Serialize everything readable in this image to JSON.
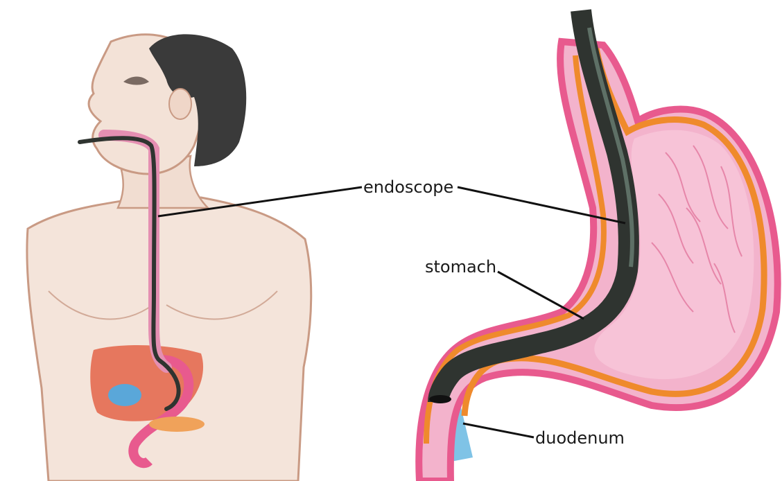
{
  "labels": {
    "endoscope": "endoscope",
    "stomach": "stomach",
    "duodenum": "duodenum"
  },
  "colors": {
    "background": "#ffffff",
    "skin": "#c99a84",
    "hair": "#3a3a3a",
    "esophagus": "#e58fb2",
    "endoscope": "#2f3430",
    "stomach_wall_outer": "#e85a8e",
    "stomach_wall_orange": "#ef8a2c",
    "stomach_inner": "#f7c3d7",
    "duodenum": "#7fc3e6",
    "liver": "#e46a50",
    "gallbladder": "#5aa7d9",
    "pancreas": "#f0a25a",
    "leader_line": "#111111"
  }
}
